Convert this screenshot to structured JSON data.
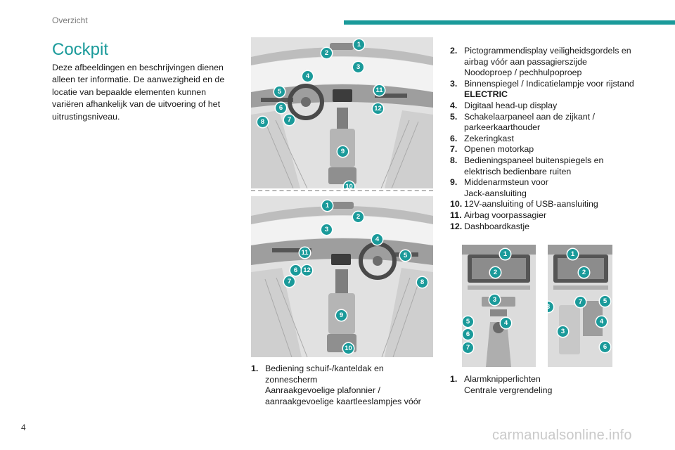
{
  "header": {
    "section": "Overzicht",
    "accent_color": "#1a9a9a"
  },
  "page": {
    "title": "Cockpit",
    "intro": "Deze afbeeldingen en beschrijvingen dienen alleen ter informatie. De aanwezigheid en de locatie van bepaalde elementen kunnen variëren afhankelijk van de uitvoering of het uitrustingsniveau.",
    "number": "4"
  },
  "figures": {
    "lhd": [
      "1",
      "2",
      "3",
      "4",
      "5",
      "6",
      "7",
      "8",
      "9",
      "10",
      "11",
      "12"
    ],
    "rhd": [
      "1",
      "2",
      "3",
      "4",
      "5",
      "6",
      "12",
      "11",
      "7",
      "8",
      "9",
      "10"
    ],
    "console_left": [
      "1",
      "2",
      "3",
      "4",
      "5",
      "6",
      "7"
    ],
    "console_right": [
      "1",
      "2",
      "3",
      "7",
      "5",
      "4",
      "3",
      "6"
    ]
  },
  "list_main": [
    {
      "n": "1.",
      "t": "Bediening schuif-/kanteldak en\nzonnescherm\nAanraakgevoelige plafonnier /\naanraakgevoelige kaartleeslampjes vóór"
    },
    {
      "n": "2.",
      "t": "Pictogrammendisplay veiligheidsgordels en\nairbag vóór aan passagierszijde\nNoodoproep / pechhulpoproep"
    },
    {
      "n": "3.",
      "t": "Binnenspiegel / Indicatielampje voor rijstand",
      "b": "ELECTRIC"
    },
    {
      "n": "4.",
      "t": "Digitaal head-up display"
    },
    {
      "n": "5.",
      "t": "Schakelaarpaneel aan de zijkant /\nparkeerkaarthouder"
    },
    {
      "n": "6.",
      "t": "Zekeringkast"
    },
    {
      "n": "7.",
      "t": "Openen motorkap"
    },
    {
      "n": "8.",
      "t": "Bedieningspaneel buitenspiegels en\nelektrisch bedienbare ruiten"
    },
    {
      "n": "9.",
      "t": "Middenarmsteun voor\nJack-aansluiting"
    },
    {
      "n": "10.",
      "t": "12V-aansluiting of USB-aansluiting"
    },
    {
      "n": "11.",
      "t": "Airbag voorpassagier"
    },
    {
      "n": "12.",
      "t": "Dashboardkastje"
    }
  ],
  "list_console": [
    {
      "n": "1.",
      "t": "Alarmknipperlichten\nCentrale vergrendeling"
    }
  ],
  "watermark": "carmanualsonline.info"
}
